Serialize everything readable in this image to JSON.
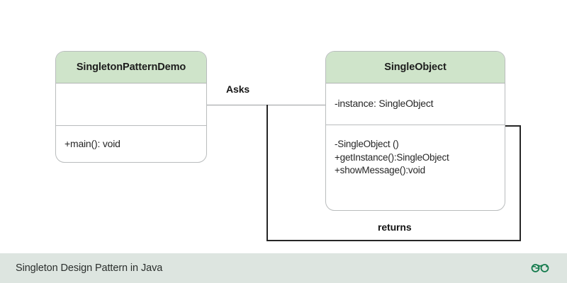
{
  "diagram": {
    "type": "uml-class-diagram",
    "title": "Singleton Design Pattern in Java",
    "accent_color": "#cfe4ca",
    "background_color": "#ffffff",
    "classes": [
      {
        "id": "demo",
        "name": "SingletonPatternDemo",
        "attributes": [],
        "operations": [
          "+main(): void"
        ]
      },
      {
        "id": "single",
        "name": "SingleObject",
        "attributes": [
          "-instance: SingleObject"
        ],
        "operations": [
          "-SingleObject ()",
          "+getInstance():SingleObject",
          "+showMessage():void"
        ]
      }
    ],
    "relationships": [
      {
        "id": "asks",
        "label": "Asks",
        "from": "demo",
        "to": "single"
      },
      {
        "id": "returns",
        "label": "returns",
        "from": "single",
        "to": "demo"
      }
    ]
  },
  "footer": {
    "caption": "Singleton Design Pattern in Java",
    "logo_name": "geeksforgeeks-logo",
    "logo_color": "#137a4c",
    "background_color": "#dde5e0"
  }
}
